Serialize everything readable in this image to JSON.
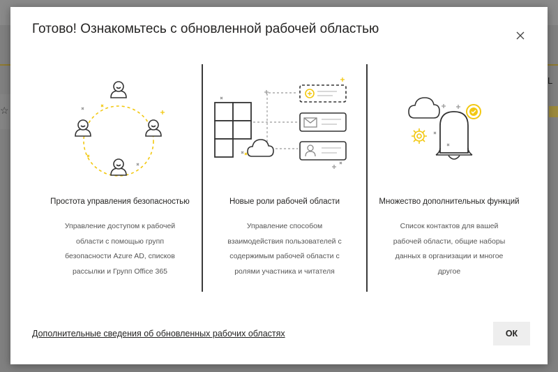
{
  "background": {
    "right_text": "L",
    "star_icon": "star-icon"
  },
  "dialog": {
    "title": "Готово! Ознакомьтесь с обновленной рабочей областью",
    "close_icon": "close-icon",
    "features": [
      {
        "title": "Простота управления безопасностью",
        "description": "Управление доступом к рабочей области с помощью групп безопасности Azure AD, списков рассылки и Групп Office 365",
        "icon": "people-circle-icon"
      },
      {
        "title": "Новые роли рабочей области",
        "description": "Управление способом взаимодействия пользователей с содержимым рабочей области с ролями участника и читателя",
        "icon": "workspace-roles-icon"
      },
      {
        "title": "Множество дополнительных функций",
        "description": "Список контактов для вашей рабочей области, общие наборы данных в организации и многое другое",
        "icon": "features-bell-icon"
      }
    ],
    "learn_more_link": "Дополнительные сведения об обновленных рабочих областях",
    "ok_label": "ОК"
  },
  "colors": {
    "accent": "#f2c811",
    "text": "#252423",
    "overlay": "#808080"
  }
}
